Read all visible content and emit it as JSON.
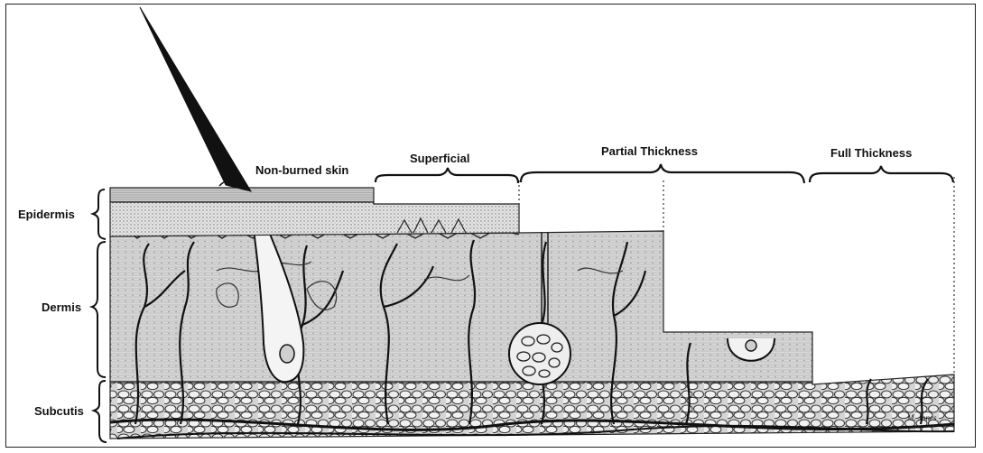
{
  "layers": {
    "epidermis": "Epidermis",
    "dermis": "Dermis",
    "subcutis": "Subcutis"
  },
  "depths": {
    "non_burned": "Non-burned skin",
    "superficial": "Superficial",
    "partial": "Partial Thickness",
    "full": "Full Thickness"
  },
  "signature": "M. Jones"
}
